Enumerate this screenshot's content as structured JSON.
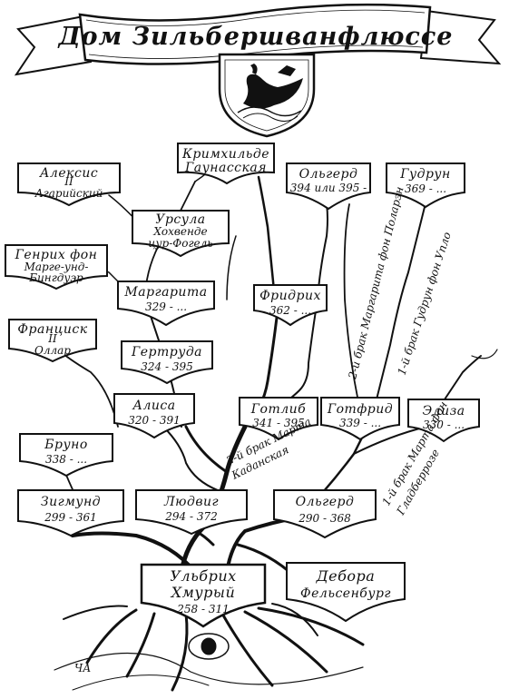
{
  "title": "Дом Зильбершванфлюссе",
  "people": {
    "krimhilde": {
      "name1": "Кримхильде",
      "name2": "Гаунасская",
      "dates": ""
    },
    "alexis": {
      "name1": "Алексис",
      "name2": "II",
      "dates": "Агарийский"
    },
    "olgerd_t": {
      "name1": "Ольгерд",
      "name2": "",
      "dates": "394 или 395 -"
    },
    "gudrun_t": {
      "name1": "Гудрун",
      "name2": "",
      "dates": "369 - ..."
    },
    "ursula": {
      "name1": "Урсула",
      "name2": "Хохвенде",
      "dates": "цур-Фогель"
    },
    "henrich": {
      "name1": "Генрих фон",
      "name2": "Марге-унд-",
      "dates": "Бингдуэр"
    },
    "margarita": {
      "name1": "Маргарита",
      "name2": "",
      "dates": "329 - ..."
    },
    "fridrich": {
      "name1": "Фридрих",
      "name2": "",
      "dates": "362 - ..."
    },
    "francisk": {
      "name1": "Франциск",
      "name2": "II",
      "dates": "Оллар"
    },
    "gertruda": {
      "name1": "Гертруда",
      "name2": "",
      "dates": "324 - 395"
    },
    "alisa": {
      "name1": "Алиса",
      "name2": "",
      "dates": "320 - 391"
    },
    "gotlib": {
      "name1": "Готлиб",
      "name2": "",
      "dates": "341 - 395"
    },
    "gotfrid": {
      "name1": "Готфрид",
      "name2": "",
      "dates": "339 - ..."
    },
    "eliza": {
      "name1": "Элиза",
      "name2": "",
      "dates": "330 - ..."
    },
    "bruno": {
      "name1": "Бруно",
      "name2": "",
      "dates": "338 - ..."
    },
    "zigmund": {
      "name1": "Зигмунд",
      "name2": "",
      "dates": "299 - 361"
    },
    "ludwig": {
      "name1": "Людвиг",
      "name2": "",
      "dates": "294 - 372"
    },
    "olgerd_b": {
      "name1": "Ольгерд",
      "name2": "",
      "dates": "290 - 368"
    },
    "ulbrich": {
      "name1": "Ульбрих",
      "name2": "Хмурый",
      "dates": "258 - 311"
    },
    "debora": {
      "name1": "Дебора",
      "name2": "Фельсенбург",
      "dates": ""
    }
  },
  "notes": {
    "margarita_marriage": "2-й брак Маргарита фон Поларэн",
    "gudrun_marriage": "1-й брак Гудрун фон Упло",
    "marta_marriage1": "2-й брак Марта",
    "marta_marriage2": "Каданская",
    "marta2_marriage1": "1-й брак Марта фон",
    "marta2_marriage2": "Гладберрозе"
  },
  "artist_mark": "ЧА"
}
